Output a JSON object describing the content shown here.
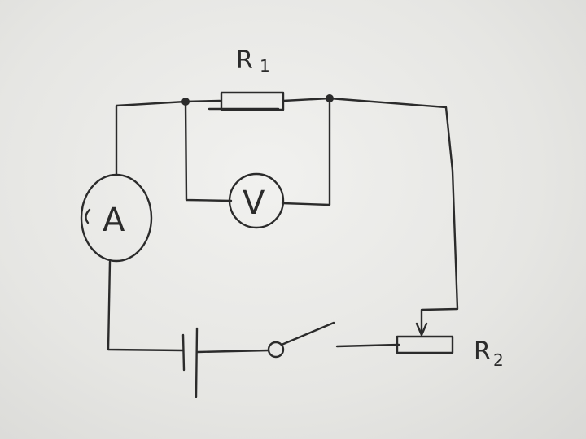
{
  "diagram": {
    "labels": {
      "r1": "R",
      "r1_sub": "1",
      "r2": "R",
      "r2_sub": "2",
      "ammeter": "A",
      "voltmeter": "V"
    },
    "colors": {
      "ink": "#2b2b2b",
      "paper": "#ececea"
    }
  }
}
